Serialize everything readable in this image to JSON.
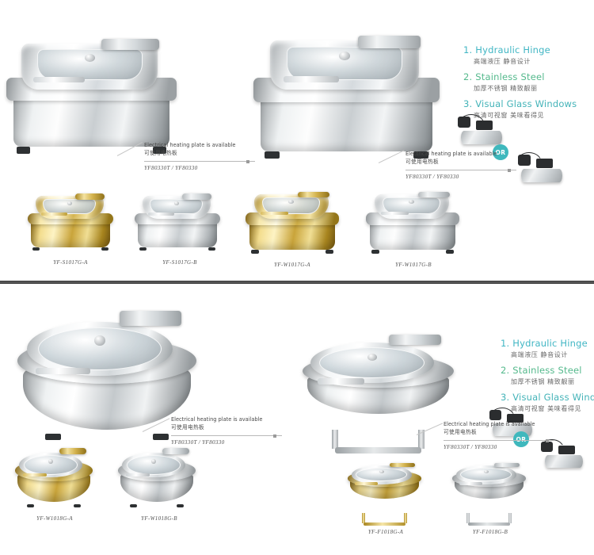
{
  "features": {
    "items": [
      {
        "num": "1.",
        "title": "Hydraulic Hinge",
        "sub": "高端液压  静音设计"
      },
      {
        "num": "2.",
        "title": "Stainless Steel",
        "sub": "加厚不锈钢  精致靓丽"
      },
      {
        "num": "3.",
        "title": "Visual Glass Windows",
        "sub": "高清可视窗  美味看得见"
      }
    ],
    "colors": {
      "teal": "#41b6c4",
      "green": "#54b98c",
      "aqua": "#43b3b8"
    }
  },
  "callouts": {
    "en": "Electrical heating plate is available",
    "cn": "可使用电热板",
    "model": "YF80330T / YF80330"
  },
  "or_badge": {
    "label": "OR",
    "color": "#3fb8bd"
  },
  "sections": {
    "square": {
      "models": [
        {
          "id": "YF-S1017G-A"
        },
        {
          "id": "YF-S1017G-B"
        },
        {
          "id": "YF-W1017G-A"
        },
        {
          "id": "YF-W1017G-B"
        }
      ]
    },
    "round": {
      "models": [
        {
          "id": "YF-W1018G-A"
        },
        {
          "id": "YF-W1018G-B"
        },
        {
          "id": "YF-F1018G-A"
        },
        {
          "id": "YF-F1018G-B"
        }
      ]
    }
  }
}
